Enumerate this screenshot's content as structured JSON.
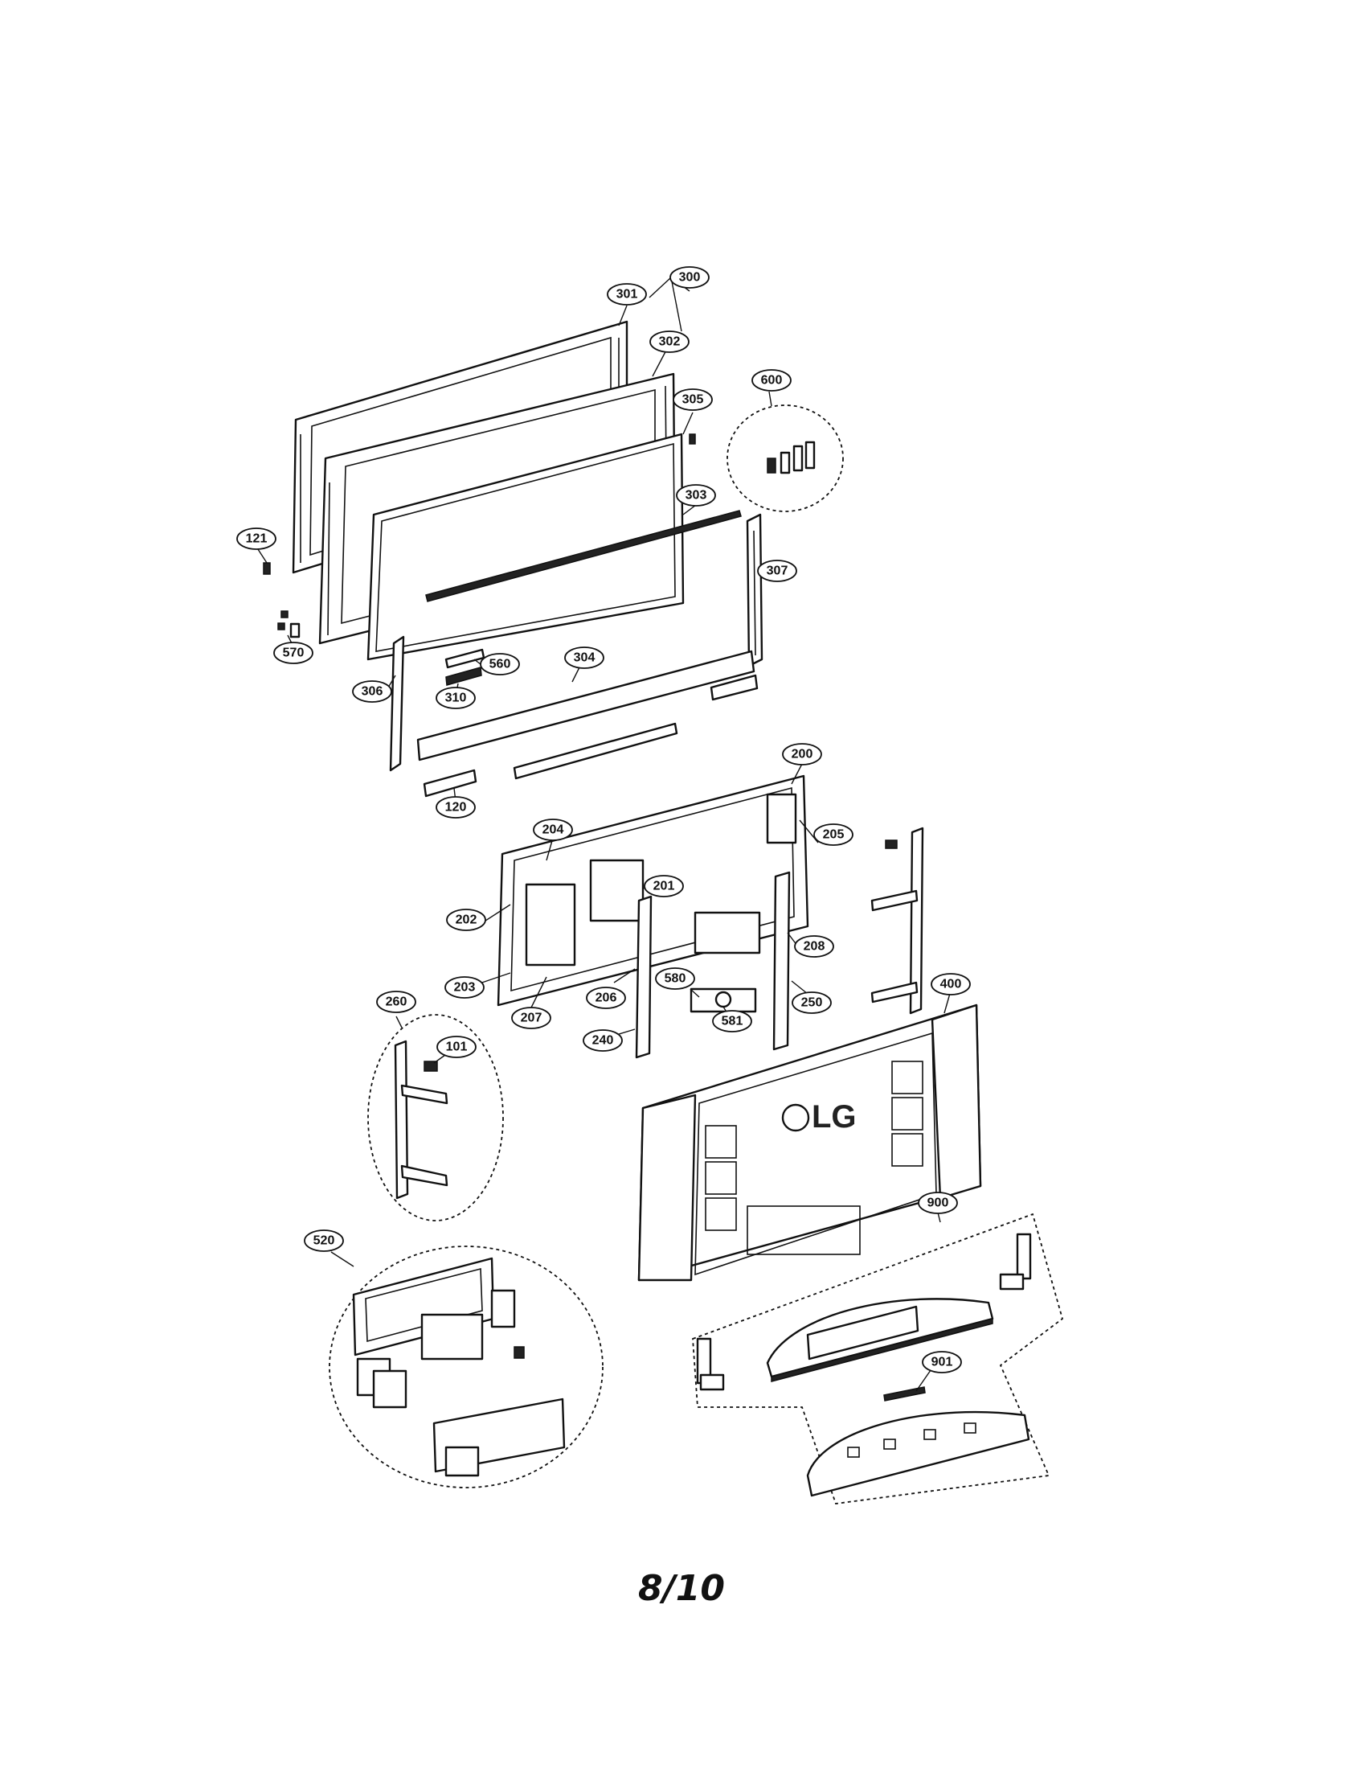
{
  "diagram": {
    "labels": [
      "101",
      "120",
      "121",
      "200",
      "201",
      "202",
      "203",
      "204",
      "205",
      "206",
      "207",
      "208",
      "240",
      "250",
      "260",
      "300",
      "301",
      "302",
      "303",
      "304",
      "305",
      "306",
      "307",
      "310",
      "400",
      "520",
      "560",
      "570",
      "580",
      "581",
      "600",
      "900",
      "901"
    ],
    "logo_text": "LG"
  },
  "page": {
    "number": "8/10"
  }
}
